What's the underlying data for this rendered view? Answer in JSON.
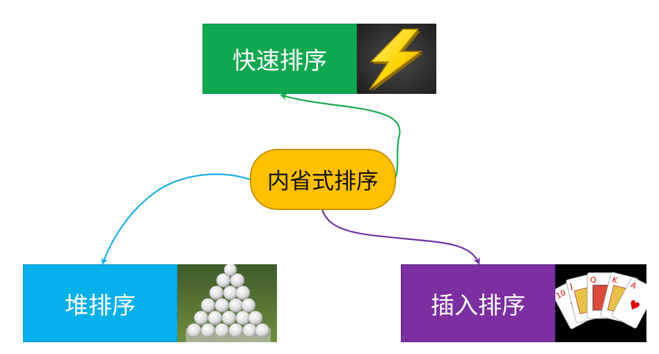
{
  "center": {
    "label": "内省式排序",
    "color": "#ffc000"
  },
  "nodes": {
    "quick": {
      "label": "快速排序",
      "color": "#10a84f",
      "image": "lightning-bolt-icon"
    },
    "heap": {
      "label": "堆排序",
      "color": "#06b0ea",
      "image": "golf-ball-pyramid"
    },
    "insert": {
      "label": "插入排序",
      "color": "#7b2fa0",
      "image": "playing-cards-fan"
    }
  },
  "connectors": {
    "to_quick": {
      "color": "#1aa84f"
    },
    "to_heap": {
      "color": "#19aee6"
    },
    "to_insert": {
      "color": "#7030a0"
    }
  }
}
